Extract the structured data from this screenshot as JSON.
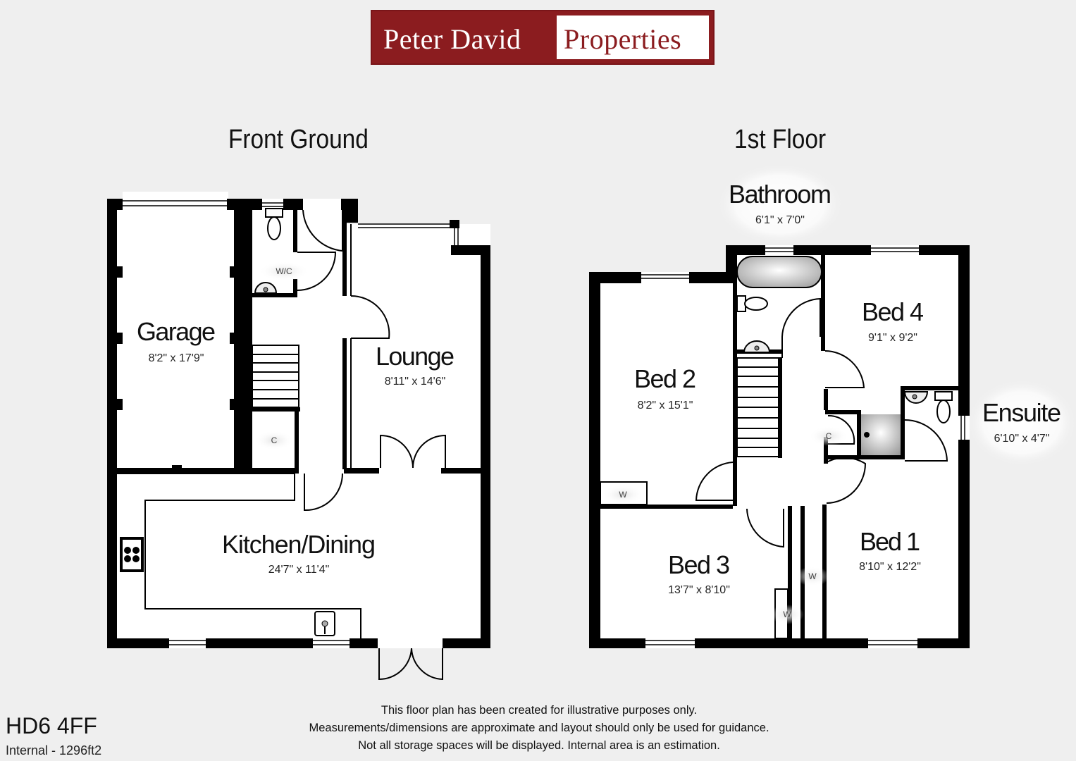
{
  "logo": {
    "part1": "Peter David",
    "part2": "Properties",
    "colors": {
      "brand_red": "#8b1c1f",
      "white": "#ffffff"
    }
  },
  "floors": [
    {
      "title": "Front Ground",
      "rooms": [
        {
          "name": "Garage",
          "dimensions": "8'2\" x 17'9\""
        },
        {
          "name": "Lounge",
          "dimensions": "8'11\" x 14'6\""
        },
        {
          "name": "Kitchen/Dining",
          "dimensions": "24'7\" x 11'4\""
        }
      ],
      "labels": {
        "wc": "W/C",
        "cupboard": "C"
      }
    },
    {
      "title": "1st Floor",
      "rooms": [
        {
          "name": "Bathroom",
          "dimensions": "6'1\" x 7'0\""
        },
        {
          "name": "Bed 4",
          "dimensions": "9'1\" x 9'2\""
        },
        {
          "name": "Bed 2",
          "dimensions": "8'2\" x 15'1\""
        },
        {
          "name": "Ensuite",
          "dimensions": "6'10\" x 4'7\""
        },
        {
          "name": "Bed 1",
          "dimensions": "8'10\" x 12'2\""
        },
        {
          "name": "Bed 3",
          "dimensions": "13'7\" x 8'10\""
        }
      ],
      "labels": {
        "cupboard": "C",
        "wardrobe": "W"
      }
    }
  ],
  "disclaimer": [
    "This floor plan has been created for illustrative purposes only.",
    "Measurements/dimensions are approximate and layout should only be used for guidance.",
    "Not all storage spaces will be displayed. Internal area is an estimation."
  ],
  "footer": {
    "postcode": "HD6 4FF",
    "internal_area": "Internal - 1296ft2"
  }
}
